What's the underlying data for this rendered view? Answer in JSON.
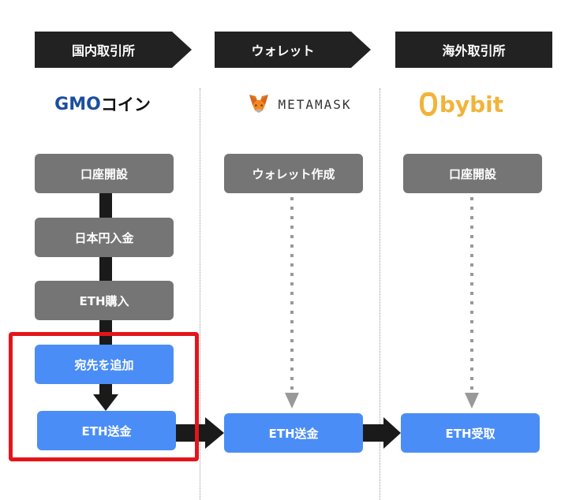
{
  "headers": {
    "domestic": "国内取引所",
    "wallet": "ウォレット",
    "overseas": "海外取引所"
  },
  "logos": {
    "gmo_brand": "GMO",
    "gmo_coin": "コイン",
    "metamask": "METAMASK",
    "bybit": "bybit"
  },
  "steps": {
    "domestic": [
      "口座開設",
      "日本円入金",
      "ETH購入",
      "宛先を追加",
      "ETH送金"
    ],
    "wallet": [
      "ウォレット作成",
      "ETH送金"
    ],
    "overseas": [
      "口座開設",
      "ETH受取"
    ]
  },
  "colors": {
    "header": "#222222",
    "gray_step": "#757575",
    "blue_step": "#4a8df6",
    "highlight": "#e3151b",
    "arrow": "#1a1a1a",
    "dotted_arrow": "#999999"
  }
}
